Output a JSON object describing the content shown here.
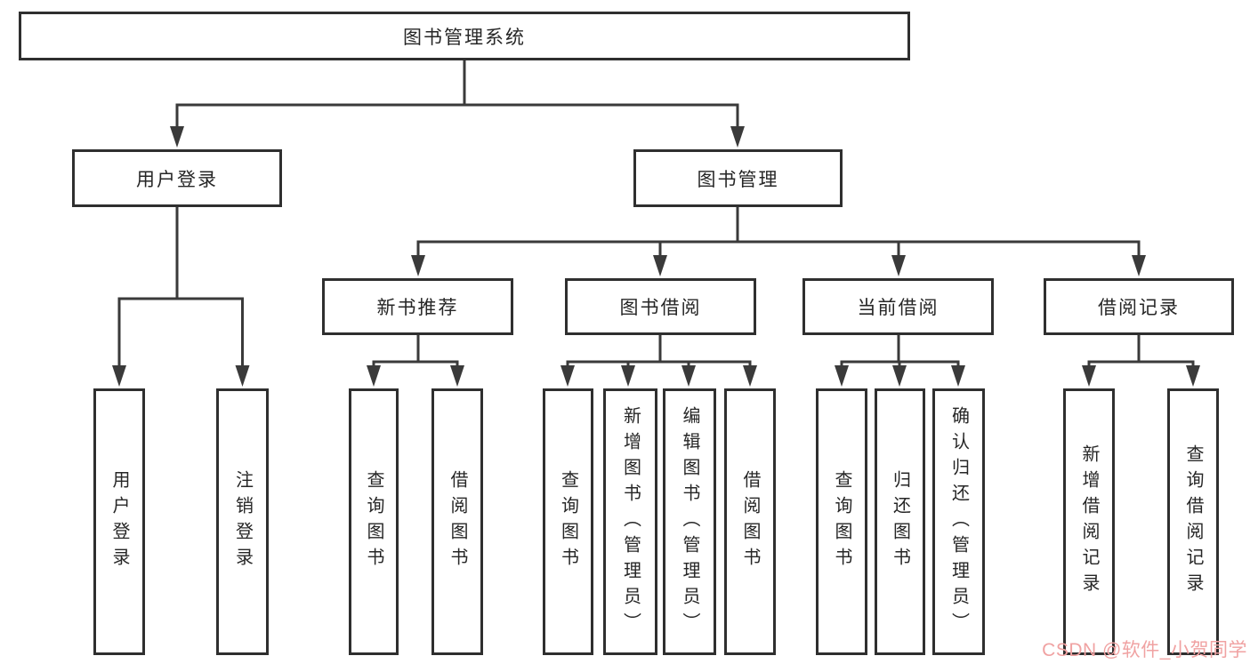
{
  "tree": {
    "root": {
      "label": "图书管理系统",
      "children": [
        {
          "label": "用户登录",
          "children": [
            {
              "label": "用户登录"
            },
            {
              "label": "注销登录"
            }
          ]
        },
        {
          "label": "图书管理",
          "children": [
            {
              "label": "新书推荐",
              "children": [
                {
                  "label": "查询图书"
                },
                {
                  "label": "借阅图书"
                }
              ]
            },
            {
              "label": "图书借阅",
              "children": [
                {
                  "label": "查询图书"
                },
                {
                  "label": "新增图书（管理员）"
                },
                {
                  "label": "编辑图书（管理员）"
                },
                {
                  "label": "借阅图书"
                }
              ]
            },
            {
              "label": "当前借阅",
              "children": [
                {
                  "label": "查询图书"
                },
                {
                  "label": "归还图书"
                },
                {
                  "label": "确认归还（管理员）"
                }
              ]
            },
            {
              "label": "借阅记录",
              "children": [
                {
                  "label": "新增借阅记录"
                },
                {
                  "label": "查询借阅记录"
                }
              ]
            }
          ]
        }
      ]
    }
  },
  "watermark": {
    "text": "CSDN @软件_小贺同学",
    "color": "#f0a2a2"
  },
  "colors": {
    "line": "#3a3a3a",
    "border": "#2f2f2f",
    "text": "#262626",
    "background": "#ffffff"
  }
}
